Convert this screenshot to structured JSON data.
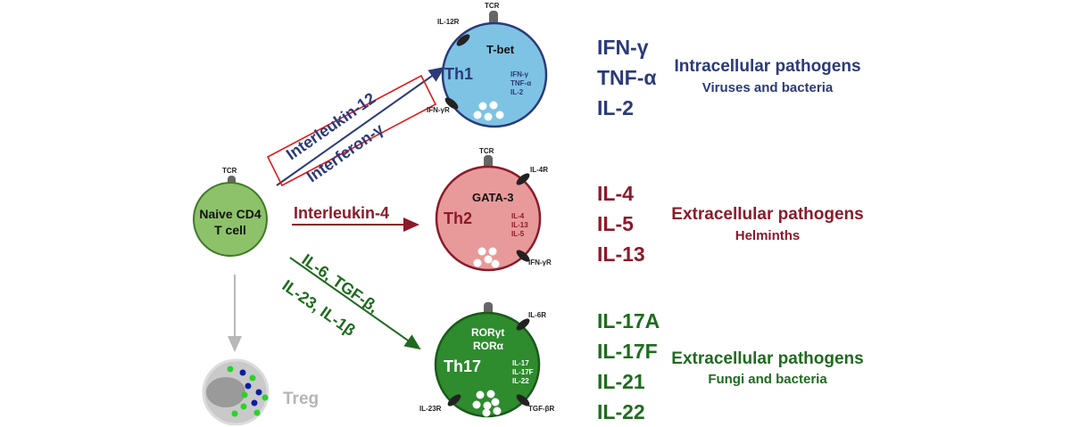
{
  "naive": {
    "line1": "Naive CD4",
    "line2": "T cell",
    "tcr": "TCR"
  },
  "treg": {
    "label": "Treg"
  },
  "th1": {
    "name": "Th1",
    "tf": "T-bet",
    "tcr": "TCR",
    "receptor1": "IL-12R",
    "receptor2": "IFN-γR",
    "inner_cytokines": [
      "IFN-γ",
      "TNF-α",
      "IL-2"
    ],
    "inducers": [
      "Interleukin-12",
      "Interferon-γ"
    ],
    "cytokines": [
      "IFN-γ",
      "TNF-α",
      "IL-2"
    ],
    "pathogen_title": "Intracellular pathogens",
    "pathogen_sub": "Viruses and bacteria",
    "color": "#2b3a7a",
    "fill": "#7ec3e3"
  },
  "th2": {
    "name": "Th2",
    "tf": "GATA-3",
    "tcr": "TCR",
    "receptor1": "IL-4R",
    "receptor2": "IFN-γR",
    "inner_cytokines": [
      "IL-4",
      "IL-13",
      "IL-5"
    ],
    "inducer": "Interleukin-4",
    "cytokines": [
      "IL-4",
      "IL-5",
      "IL-13"
    ],
    "pathogen_title": "Extracellular pathogens",
    "pathogen_sub": "Helminths",
    "color": "#8b1a2a",
    "fill": "#e89a9a"
  },
  "th17": {
    "name": "Th17",
    "tf1": "RORγt",
    "tf2": "RORα",
    "receptor1": "IL-6R",
    "receptor2": "IL-23R",
    "receptor3": "TGF-βR",
    "inner_cytokines": [
      "IL-17",
      "IL-17F",
      "IL-22"
    ],
    "inducers": [
      "IL-6, TGF-β,",
      "IL-23, IL-1β"
    ],
    "cytokines": [
      "IL-17A",
      "IL-17F",
      "IL-21",
      "IL-22"
    ],
    "pathogen_title": "Extracellular pathogens",
    "pathogen_sub": "Fungi and bacteria",
    "color": "#1f6b1f",
    "fill": "#2e8b2e"
  }
}
